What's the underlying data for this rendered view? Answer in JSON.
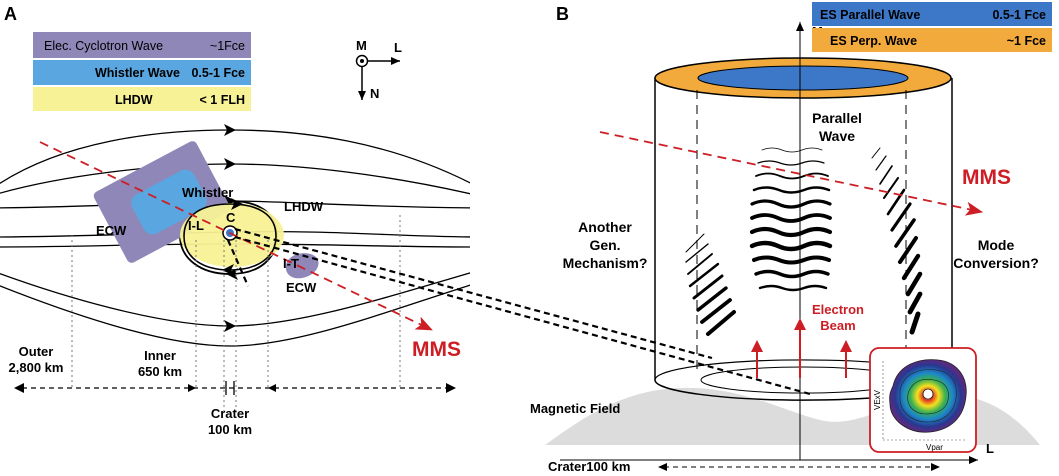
{
  "panel_a": {
    "label": "A",
    "legend": [
      {
        "name": "Elec. Cyclotron Wave",
        "freq": "~1Fce",
        "color": "#8f87b8"
      },
      {
        "name": "Whistler Wave",
        "freq": "0.5-1 Fce",
        "color": "#5aa6e0"
      },
      {
        "name": "LHDW",
        "freq": "< 1 FLH",
        "color": "#f8f296"
      }
    ],
    "axes": {
      "m": "M",
      "l": "L",
      "n": "N"
    },
    "labels": {
      "whistler": "Whistler",
      "lhdw": "LHDW",
      "ecw_left": "ECW",
      "ecw_right": "ECW",
      "il": "I-L",
      "c": "C",
      "it": "I-T",
      "mms": "MMS",
      "outer": "Outer",
      "outer_size": "2,800 km",
      "inner": "Inner",
      "inner_size": "650 km",
      "crater": "Crater",
      "crater_size": "100 km"
    }
  },
  "panel_b": {
    "label": "B",
    "legend": [
      {
        "name": "ES Parallel Wave",
        "freq": "0.5-1 Fce",
        "color": "#3d78c8"
      },
      {
        "name": "ES Perp. Wave",
        "freq": "~1 Fce",
        "color": "#f3aa3c"
      }
    ],
    "axes": {
      "m": "M",
      "l": "L"
    },
    "labels": {
      "parallel": "Parallel",
      "wave": "Wave",
      "mms": "MMS",
      "another": "Another",
      "gen": "Gen.",
      "mechanism": "Mechanism?",
      "mode": "Mode",
      "conversion": "Conversion?",
      "electron": "Electron",
      "beam": "Beam",
      "magnetic_field": "Magnetic Field",
      "crater": "Crater100 km",
      "vexv": "VExV",
      "vpar": "Vpar"
    }
  },
  "colors": {
    "red": "#cc1e24",
    "ecw": "#8f87b8",
    "whistler": "#5aa6e0",
    "lhdw": "#f8f296",
    "es_parallel": "#3d78c8",
    "es_perp": "#f3aa3c",
    "field_gray": "#dcdcdc"
  }
}
